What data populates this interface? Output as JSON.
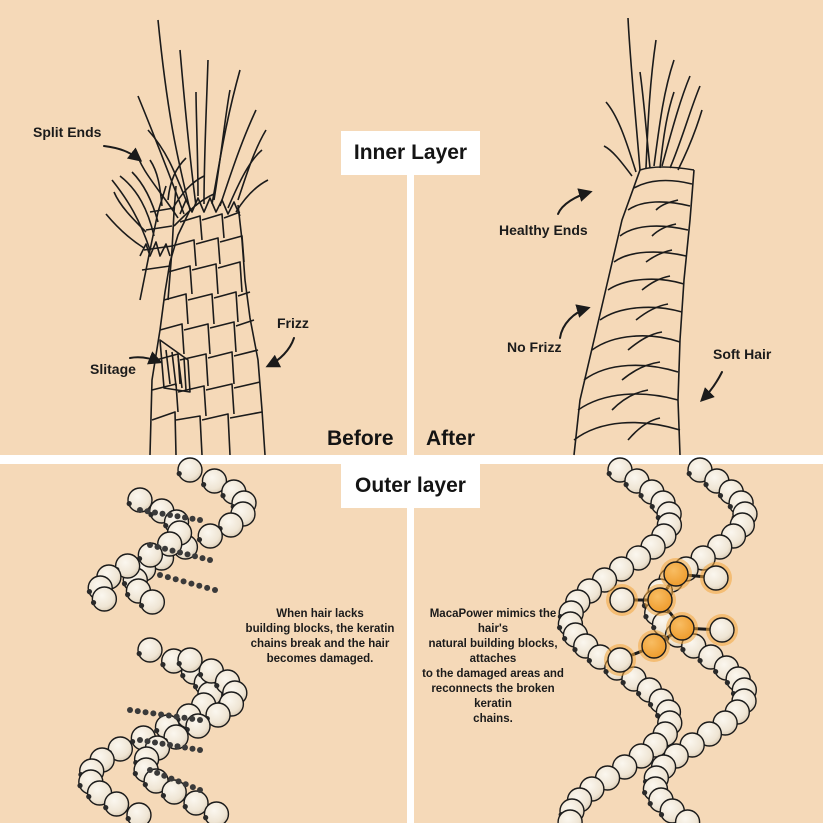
{
  "header": {
    "inner_layer": "Inner Layer",
    "outer_layer": "Outer layer"
  },
  "before": {
    "title": "Before",
    "labels": {
      "split_ends": "Split Ends",
      "frizz": "Frizz",
      "slitage": "Slitage"
    },
    "caption": [
      "When hair lacks",
      "building blocks, the keratin",
      "chains break and the hair",
      "becomes damaged."
    ]
  },
  "after": {
    "title": "After",
    "labels": {
      "healthy_ends": "Healthy Ends",
      "no_frizz": "No Frizz",
      "soft_hair": "Soft Hair"
    },
    "caption": [
      "MacaPower mimics the hair's",
      "natural building blocks, attaches",
      "to the damaged areas and",
      "reconnects the broken keratin",
      "chains."
    ]
  },
  "colors": {
    "background": "#f5d9b8",
    "bead": "#f3ece0",
    "accent": "#f2a53c",
    "divider": "#ffffff",
    "ink": "#1b1b1b"
  }
}
